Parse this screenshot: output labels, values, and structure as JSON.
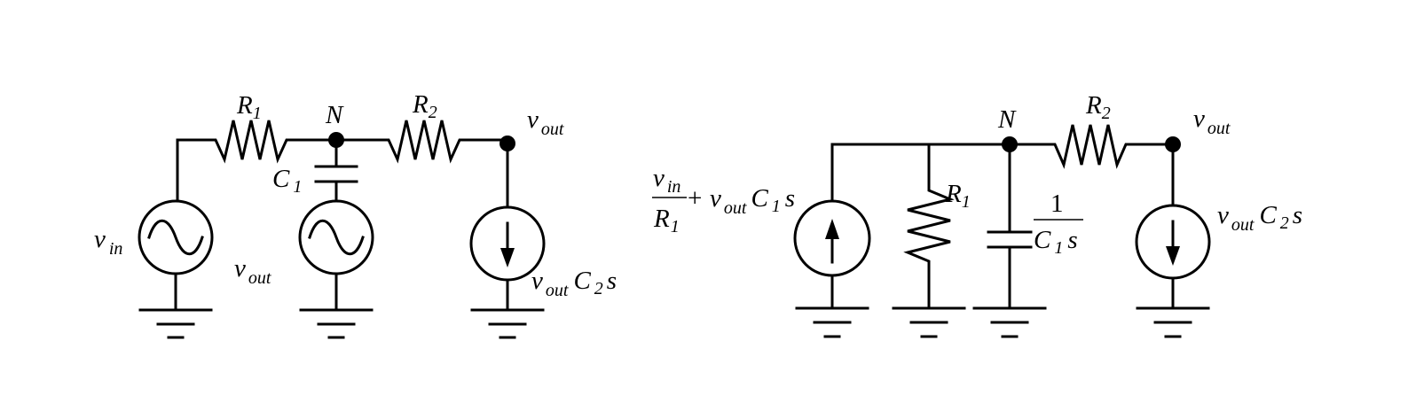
{
  "left_circuit": {
    "r1": {
      "base": "R",
      "sub": "1"
    },
    "r2": {
      "base": "R",
      "sub": "2"
    },
    "node": "N",
    "c1": {
      "base": "C",
      "sub": "1"
    },
    "vout_node": {
      "base": "v",
      "sub": "out"
    },
    "vin_source": {
      "base": "v",
      "sub": "in"
    },
    "vout_source": {
      "base": "v",
      "sub": "out"
    },
    "current_source": {
      "v": "v",
      "vsub": "out",
      "c": "C",
      "csub": "2",
      "s": "s"
    }
  },
  "right_circuit": {
    "node": "N",
    "r2": {
      "base": "R",
      "sub": "2"
    },
    "vout_node": {
      "base": "v",
      "sub": "out"
    },
    "source_expr": {
      "num": "v",
      "num_sub": "in",
      "den": "R",
      "den_sub": "1",
      "plus": "+",
      "v": "v",
      "vsub": "out",
      "c": "C",
      "csub": "1",
      "s": "s"
    },
    "r1": {
      "base": "R",
      "sub": "1"
    },
    "cap_impedance": {
      "num": "1",
      "den_c": "C",
      "den_sub": "1",
      "den_s": "s"
    },
    "current_source": {
      "v": "v",
      "vsub": "out",
      "c": "C",
      "csub": "2",
      "s": "s"
    }
  },
  "icons": [
    "ac-voltage-source-icon",
    "current-source-up-icon",
    "current-source-down-icon",
    "resistor-icon",
    "capacitor-icon",
    "ground-icon",
    "node-dot-icon"
  ]
}
